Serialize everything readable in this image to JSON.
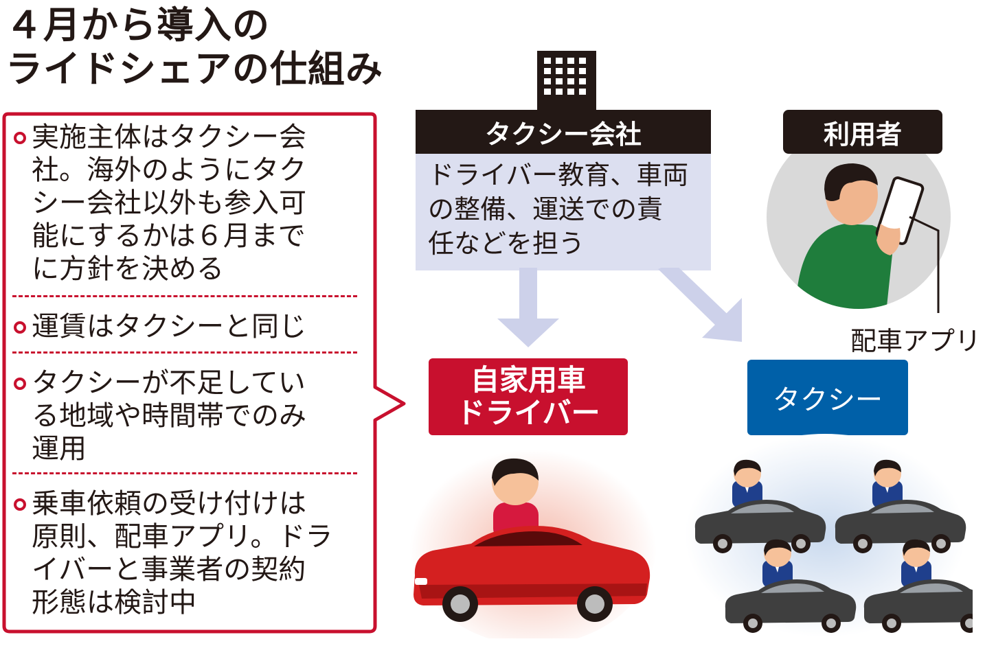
{
  "title": {
    "lines": [
      "４月から導入の",
      "ライドシェアの仕組み"
    ]
  },
  "points": [
    {
      "lines": [
        "実施主体はタクシー会",
        "社。海外のようにタク",
        "シー会社以外も参入可",
        "能にするかは６月まで",
        "に方針を決める"
      ]
    },
    {
      "lines": [
        "運賃はタクシーと同じ"
      ]
    },
    {
      "lines": [
        "タクシーが不足してい",
        "る地域や時間帯でのみ",
        "運用"
      ]
    },
    {
      "lines": [
        "乗車依頼の受け付けは",
        "原則、配車アプリ。ドラ",
        "イバーと事業者の契約",
        "形態は検討中"
      ]
    }
  ],
  "company": {
    "label": "タクシー会社",
    "desc_lines": [
      "ドライバー教育、車両",
      "の整備、運送での責",
      "任などを担う"
    ]
  },
  "user": {
    "label": "利用者",
    "app_label": "配車アプリ"
  },
  "private_driver": {
    "label_lines": [
      "自家用車",
      "ドライバー"
    ]
  },
  "taxi": {
    "label": "タクシー"
  },
  "colors": {
    "accent_red": "#c8102e",
    "accent_blue": "#0060a8",
    "dark": "#231815",
    "light_lavender": "#dcdff0",
    "user_circle": "#d9d9d9",
    "user_shirt": "#1f7d3c"
  },
  "icons": [
    "building-icon",
    "smartphone-user-icon",
    "red-car-icon",
    "black-taxi-icon",
    "chauffeur-icon"
  ]
}
